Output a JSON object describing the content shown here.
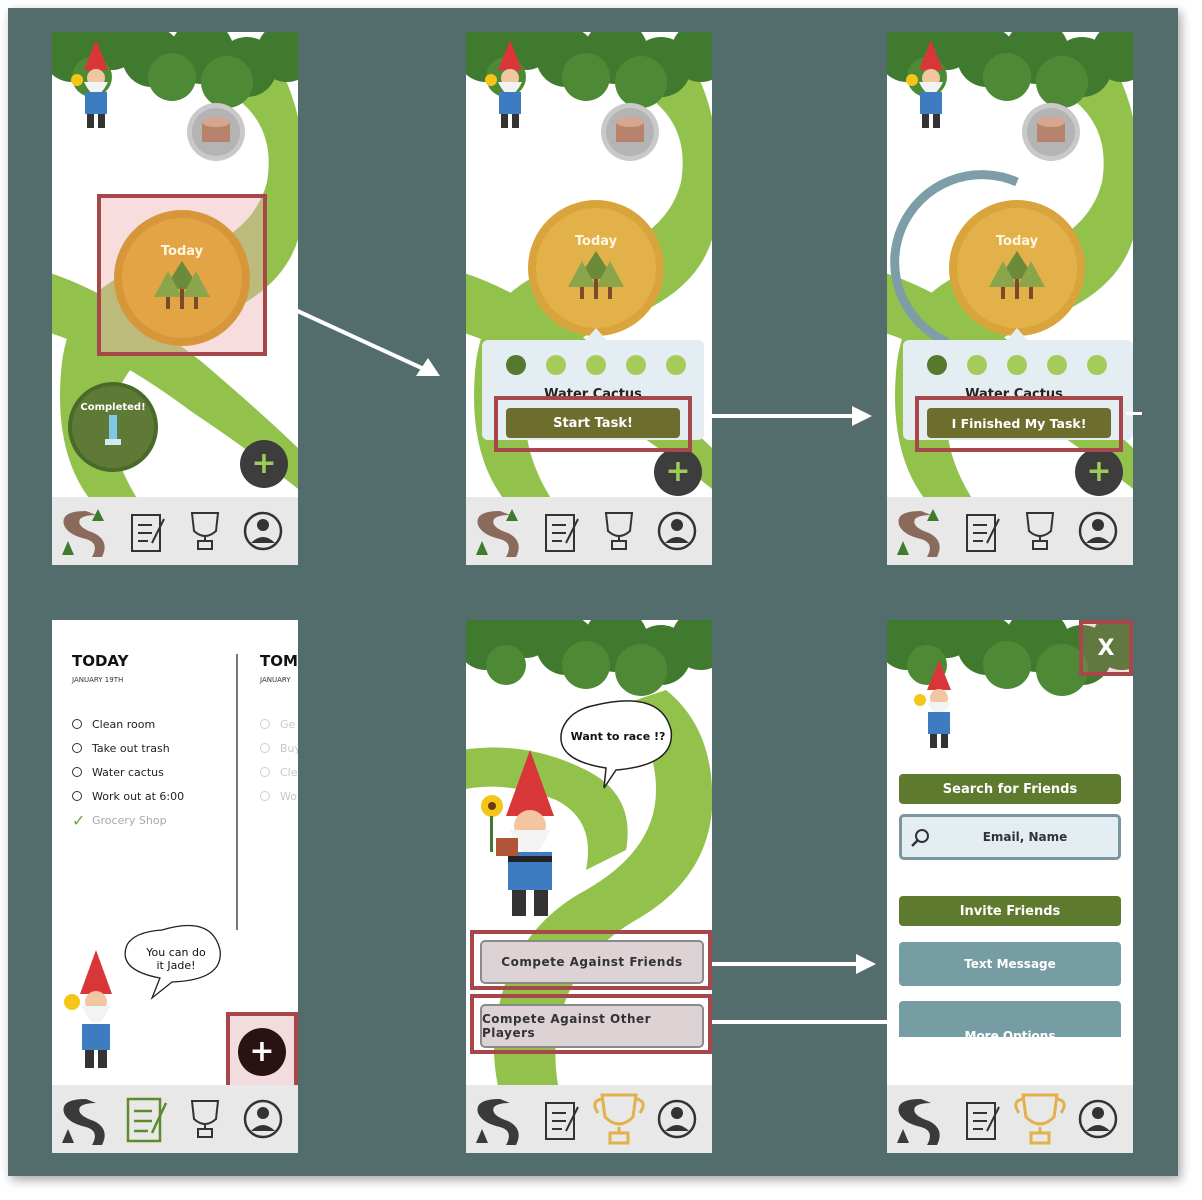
{
  "screen1": {
    "today_label": "Today",
    "completed_label": "Completed!",
    "add_symbol": "+"
  },
  "screen2": {
    "today_label": "Today",
    "task_name": "Water Cactus",
    "start_button": "Start Task!",
    "add_symbol": "+"
  },
  "screen3": {
    "today_label": "Today",
    "task_name": "Water Cactus",
    "finish_button": "I Finished My Task!",
    "add_symbol": "+"
  },
  "screen4": {
    "today_heading": "TODAY",
    "today_date": "JANUARY 19TH",
    "tomorrow_heading": "TOM",
    "tomorrow_date": "JANUARY",
    "tasks": [
      {
        "label": "Clean room",
        "done": false
      },
      {
        "label": "Take out trash",
        "done": false
      },
      {
        "label": "Water cactus",
        "done": false
      },
      {
        "label": "Work out at 6:00",
        "done": false
      },
      {
        "label": "Grocery Shop",
        "done": true
      }
    ],
    "tomorrow_tasks": [
      "Ge",
      "Buy",
      "Cle",
      "Wo"
    ],
    "gnome_line1": "You can do",
    "gnome_line2": "it Jade!",
    "add_symbol": "+"
  },
  "screen5": {
    "speech": "Want to race !?",
    "compete_friends": "Compete  Against Friends",
    "compete_others": "Compete  Against Other Players"
  },
  "screen6": {
    "close_label": "X",
    "search_header": "Search for Friends",
    "search_placeholder": "Email, Name",
    "invite_header": "Invite Friends",
    "text_message": "Text Message",
    "more_options": "More Options"
  },
  "colors": {
    "board": "#536d6c",
    "highlight": "#a7474a",
    "olive": "#5e7a2e",
    "teal": "#779da4",
    "gold_badge": "#e3b14a",
    "path_green": "#93c24c"
  }
}
